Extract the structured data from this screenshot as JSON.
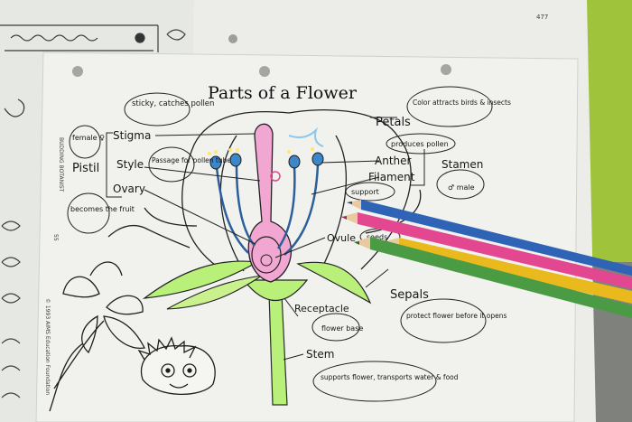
{
  "worksheet": {
    "title": "Parts of a Flower",
    "side_header": "BUDDING BOTANIST",
    "copyright": "© 1993 AIMS Education Foundation",
    "page_number": "55",
    "corner_number": "477"
  },
  "labels": {
    "sticky": "sticky, catches pollen",
    "stigma": "Stigma",
    "female": "female ♀",
    "pistil": "Pistil",
    "style": "Style",
    "passage": "Passage for pollen tube",
    "ovary": "Ovary",
    "becomes_fruit": "becomes the fruit",
    "petals": "Petals",
    "color_attracts": "Color attracts birds & insects",
    "produces_pollen": "produces pollen",
    "anther": "Anther",
    "filament": "Filament",
    "stamen": "Stamen",
    "male": "♂ male",
    "support": "support",
    "ovule": "Ovule",
    "seeds": "seeds",
    "sepals": "Sepals",
    "protect_flower": "protect flower before it opens",
    "receptacle": "Receptacle",
    "flower_base": "flower base",
    "stem": "Stem",
    "stem_note": "supports flower, transports water & food"
  },
  "pencils": [
    {
      "name": "blue pencil",
      "color": "#2f63b5"
    },
    {
      "name": "pink pencil",
      "color": "#e2478f"
    },
    {
      "name": "yellow pencil",
      "color": "#e9b91d"
    },
    {
      "name": "green pencil",
      "color": "#4b9b45"
    }
  ],
  "colors": {
    "paper": "#f1f2ee",
    "background_green": "#9fc43c",
    "highlight_green": "#b8f07a",
    "highlight_pink": "#f2a7d2",
    "highlight_blue": "#8fc7ea",
    "highlight_yellow": "#ffe86b"
  }
}
